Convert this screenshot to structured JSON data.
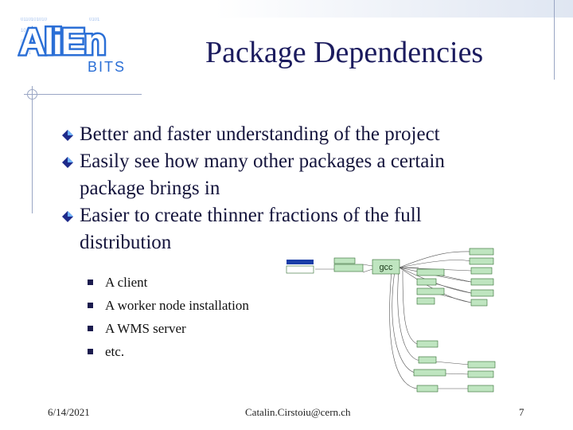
{
  "logo": {
    "name": "AliEn",
    "sub": "BITS"
  },
  "title": "Package Dependencies",
  "bullets": [
    "Better and faster understanding of the project",
    "Easily see how many other packages a certain package brings in",
    "Easier to create thinner fractions of the full distribution"
  ],
  "sub_bullets": [
    "A client",
    "A worker node installation",
    "A WMS server",
    "etc."
  ],
  "footer": {
    "date": "6/14/2021",
    "email": "Catalin.Cirstoiu@cern.ch",
    "page": "7"
  },
  "graph": {
    "center_label": "gcc"
  }
}
